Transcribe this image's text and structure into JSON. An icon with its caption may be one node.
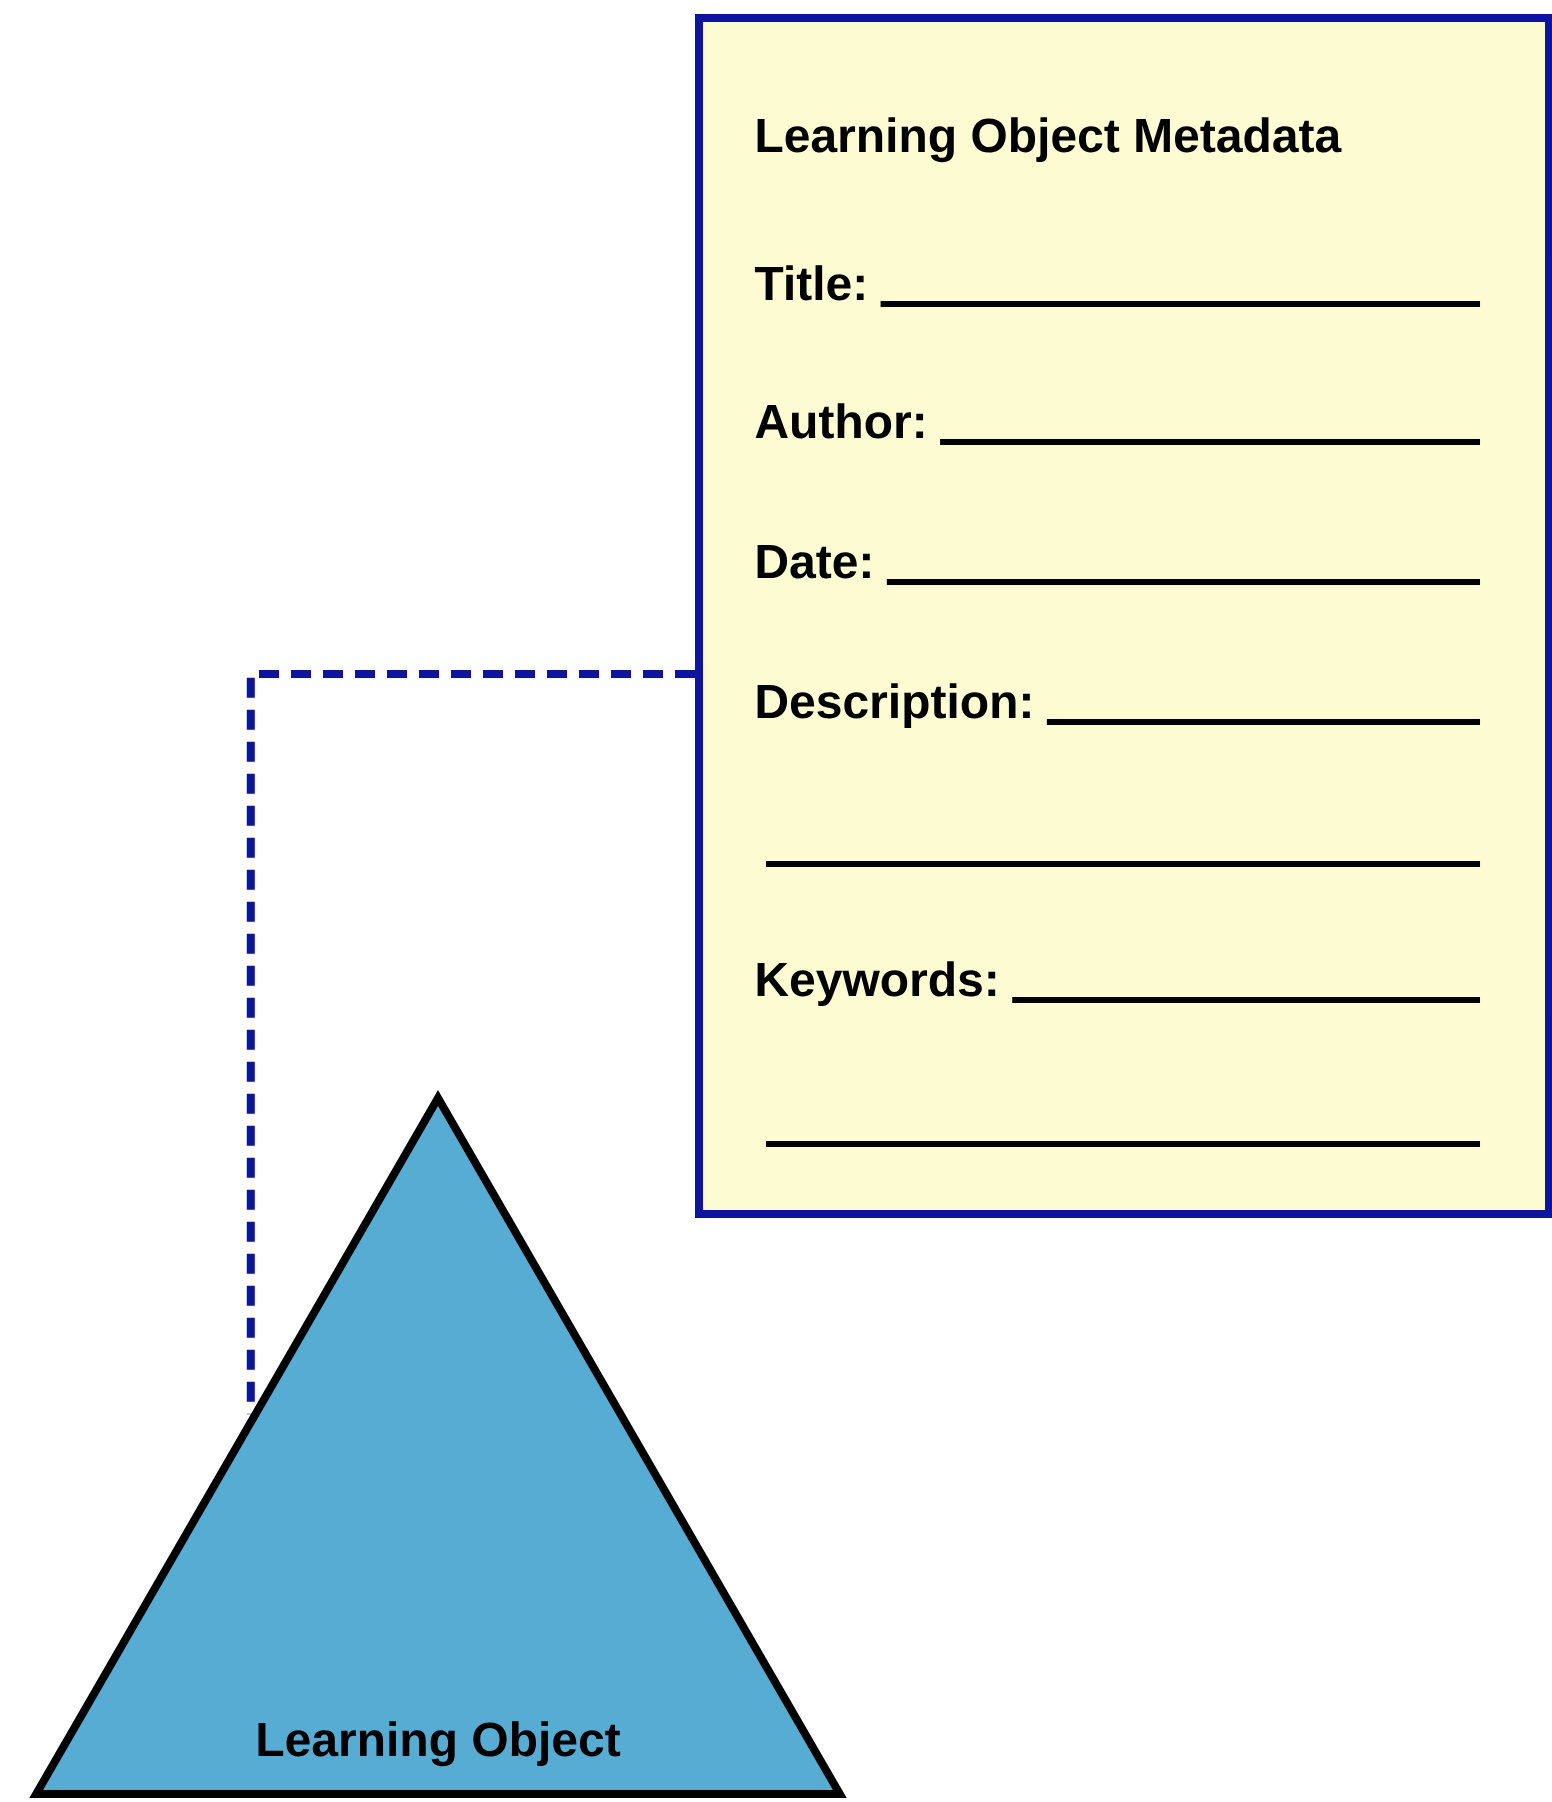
{
  "diagram": {
    "nodes": [
      {
        "text": [
          "Learning Object Metadata",
          "Title:",
          "Author:",
          "Date:",
          "Description:",
          "Keywords:"
        ]
      },
      {
        "text": [
          "Learning Object"
        ]
      }
    ],
    "edges": [
      {
        "from": 0,
        "to": 1,
        "arrow": "none",
        "style": "dashed",
        "color": "#0c14a0"
      }
    ]
  }
}
